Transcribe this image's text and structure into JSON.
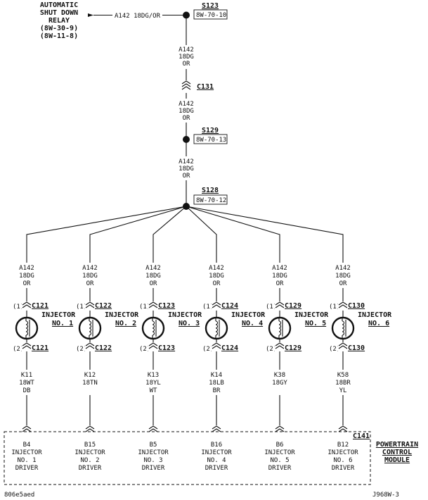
{
  "source": {
    "name_lines": [
      "AUTOMATIC",
      "SHUT DOWN",
      "RELAY",
      "(8W-30-9)",
      "(8W-11-8)"
    ],
    "wire_label": "A142 18DG/OR"
  },
  "splices": [
    {
      "id": "S123",
      "ref": "8W-70-10"
    },
    {
      "id": "S129",
      "ref": "8W-70-13"
    },
    {
      "id": "S128",
      "ref": "8W-70-12"
    }
  ],
  "trunk_wires": [
    [
      "A142",
      "18DG",
      "OR"
    ],
    [
      "A142",
      "18DG",
      "OR"
    ],
    [
      "A142",
      "18DG",
      "OR"
    ]
  ],
  "inline_connector": {
    "id": "C131"
  },
  "injectors": [
    {
      "top_wire": [
        "A142",
        "18DG",
        "OR"
      ],
      "pin_top": "(1)",
      "conn_top": "C121",
      "name": [
        "INJECTOR",
        "NO. 1"
      ],
      "pin_bottom": "(2)",
      "conn_bottom": "C121",
      "bottom_wire": [
        "K11",
        "18WT",
        "DB"
      ],
      "pcm": [
        "B4",
        "INJECTOR",
        "NO. 1",
        "DRIVER"
      ]
    },
    {
      "top_wire": [
        "A142",
        "18DG",
        "OR"
      ],
      "pin_top": "(1)",
      "conn_top": "C122",
      "name": [
        "INJECTOR",
        "NO. 2"
      ],
      "pin_bottom": "(2)",
      "conn_bottom": "C122",
      "bottom_wire": [
        "K12",
        "18TN",
        ""
      ],
      "pcm": [
        "B15",
        "INJECTOR",
        "NO. 2",
        "DRIVER"
      ]
    },
    {
      "top_wire": [
        "A142",
        "18DG",
        "OR"
      ],
      "pin_top": "(1)",
      "conn_top": "C123",
      "name": [
        "INJECTOR",
        "NO. 3"
      ],
      "pin_bottom": "(2)",
      "conn_bottom": "C123",
      "bottom_wire": [
        "K13",
        "18YL",
        "WT"
      ],
      "pcm": [
        "B5",
        "INJECTOR",
        "NO. 3",
        "DRIVER"
      ]
    },
    {
      "top_wire": [
        "A142",
        "18DG",
        "OR"
      ],
      "pin_top": "(1)",
      "conn_top": "C124",
      "name": [
        "INJECTOR",
        "NO. 4"
      ],
      "pin_bottom": "(2)",
      "conn_bottom": "C124",
      "bottom_wire": [
        "K14",
        "18LB",
        "BR"
      ],
      "pcm": [
        "B16",
        "INJECTOR",
        "NO. 4",
        "DRIVER"
      ]
    },
    {
      "top_wire": [
        "A142",
        "18DG",
        "OR"
      ],
      "pin_top": "(1)",
      "conn_top": "C129",
      "name": [
        "INJECTOR",
        "NO. 5"
      ],
      "pin_bottom": "(2)",
      "conn_bottom": "C129",
      "bottom_wire": [
        "K38",
        "18GY",
        ""
      ],
      "pcm": [
        "B6",
        "INJECTOR",
        "NO. 5",
        "DRIVER"
      ]
    },
    {
      "top_wire": [
        "A142",
        "18DG",
        "OR"
      ],
      "pin_top": "(1)",
      "conn_top": "C130",
      "name": [
        "INJECTOR",
        "NO. 6"
      ],
      "pin_bottom": "(2)",
      "conn_bottom": "C130",
      "bottom_wire": [
        "K58",
        "18BR",
        "YL"
      ],
      "pcm": [
        "B12",
        "INJECTOR",
        "NO. 6",
        "DRIVER"
      ]
    }
  ],
  "pcm_connector": {
    "id": "C141"
  },
  "module": {
    "name_lines": [
      "POWERTRAIN",
      "CONTROL",
      "MODULE"
    ]
  },
  "footer": {
    "left_code": "806e5aed",
    "right_code": "J968W-3"
  }
}
